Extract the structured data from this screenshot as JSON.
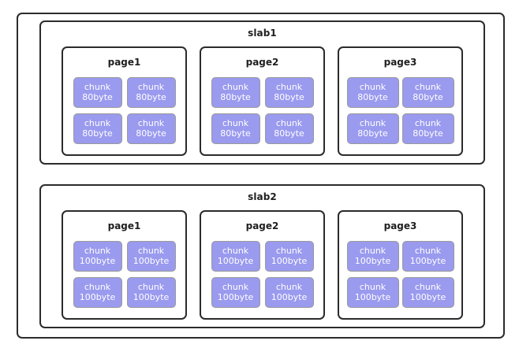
{
  "diagram": {
    "type": "memory-allocator-slab-layout",
    "colors": {
      "frame_border": "#2b2b2b",
      "chunk_fill": "#9a9aef",
      "chunk_border": "#9a9a9a",
      "chunk_text": "#ffffff",
      "title_text": "#1f1f1f",
      "background": "#ffffff"
    },
    "slabs": [
      {
        "title": "slab1",
        "pages": [
          {
            "title": "page1",
            "chunks": [
              {
                "name": "chunk",
                "size": "80byte"
              },
              {
                "name": "chunk",
                "size": "80byte"
              },
              {
                "name": "chunk",
                "size": "80byte"
              },
              {
                "name": "chunk",
                "size": "80byte"
              }
            ]
          },
          {
            "title": "page2",
            "chunks": [
              {
                "name": "chunk",
                "size": "80byte"
              },
              {
                "name": "chunk",
                "size": "80byte"
              },
              {
                "name": "chunk",
                "size": "80byte"
              },
              {
                "name": "chunk",
                "size": "80byte"
              }
            ]
          },
          {
            "title": "page3",
            "chunks": [
              {
                "name": "chunk",
                "size": "80byte"
              },
              {
                "name": "chunk",
                "size": "80byte"
              },
              {
                "name": "chunk",
                "size": "80byte"
              },
              {
                "name": "chunk",
                "size": "80byte"
              }
            ]
          }
        ]
      },
      {
        "title": "slab2",
        "pages": [
          {
            "title": "page1",
            "chunks": [
              {
                "name": "chunk",
                "size": "100byte"
              },
              {
                "name": "chunk",
                "size": "100byte"
              },
              {
                "name": "chunk",
                "size": "100byte"
              },
              {
                "name": "chunk",
                "size": "100byte"
              }
            ]
          },
          {
            "title": "page2",
            "chunks": [
              {
                "name": "chunk",
                "size": "100byte"
              },
              {
                "name": "chunk",
                "size": "100byte"
              },
              {
                "name": "chunk",
                "size": "100byte"
              },
              {
                "name": "chunk",
                "size": "100byte"
              }
            ]
          },
          {
            "title": "page3",
            "chunks": [
              {
                "name": "chunk",
                "size": "100byte"
              },
              {
                "name": "chunk",
                "size": "100byte"
              },
              {
                "name": "chunk",
                "size": "100byte"
              },
              {
                "name": "chunk",
                "size": "100byte"
              }
            ]
          }
        ]
      }
    ]
  }
}
